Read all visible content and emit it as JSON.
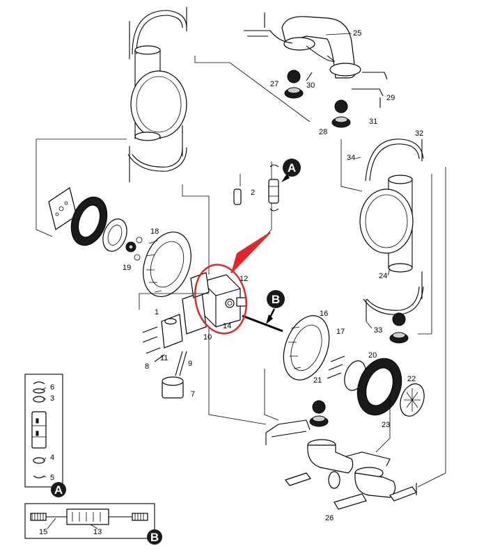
{
  "diagram": {
    "part_labels": {
      "p1": "1",
      "p2": "2",
      "p3": "3",
      "p4": "4",
      "p5": "5",
      "p6": "6",
      "p7": "7",
      "p8": "8",
      "p9": "9",
      "p10": "10",
      "p11": "11",
      "p12": "12",
      "p13": "13",
      "p14": "14",
      "p15": "15",
      "p16": "16",
      "p17": "17",
      "p18": "18",
      "p19": "19",
      "p20": "20",
      "p21": "21",
      "p22": "22",
      "p23": "23",
      "p24": "24",
      "p25": "25",
      "p26": "26",
      "p27": "27",
      "p28": "28",
      "p29": "29",
      "p30": "30",
      "p31": "31",
      "p32": "32",
      "p33": "33",
      "p34": "34"
    },
    "callouts": {
      "a": "A",
      "b": "B"
    },
    "colors": {
      "line": "#000000",
      "callout_fill": "#1a1a1a",
      "highlight": "#e0262b"
    }
  }
}
